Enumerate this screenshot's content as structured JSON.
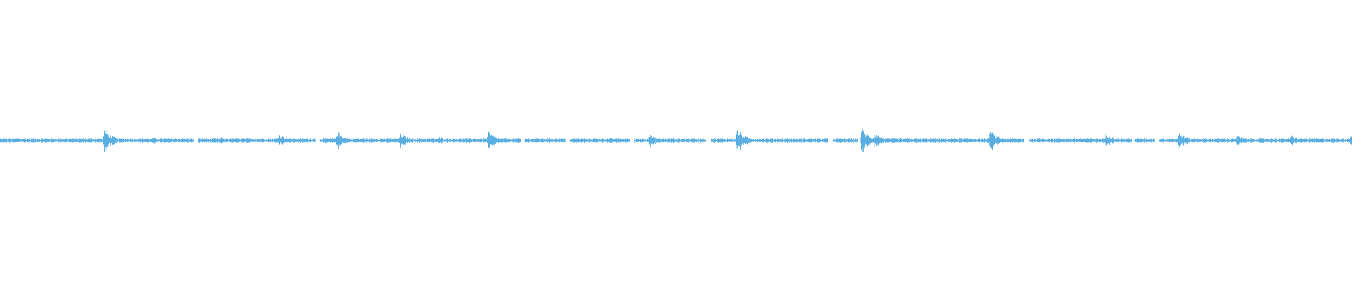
{
  "waveform": {
    "color": "#5aaee0",
    "background": "#ffffff",
    "baseline_level": 0.0,
    "noise_amplitude": 0.008,
    "duration_fraction_visible": 1.0,
    "gaps": [
      [
        0.143,
        0.146
      ],
      [
        0.233,
        0.236
      ],
      [
        0.385,
        0.388
      ],
      [
        0.418,
        0.421
      ],
      [
        0.466,
        0.469
      ],
      [
        0.522,
        0.526
      ],
      [
        0.612,
        0.616
      ],
      [
        0.634,
        0.636
      ],
      [
        0.757,
        0.761
      ],
      [
        0.837,
        0.839
      ],
      [
        0.854,
        0.857
      ]
    ],
    "peaks": [
      {
        "t": 0.077,
        "amp": 0.045
      },
      {
        "t": 0.113,
        "amp": 0.012
      },
      {
        "t": 0.163,
        "amp": 0.012
      },
      {
        "t": 0.206,
        "amp": 0.028
      },
      {
        "t": 0.249,
        "amp": 0.036
      },
      {
        "t": 0.268,
        "amp": 0.01
      },
      {
        "t": 0.296,
        "amp": 0.028
      },
      {
        "t": 0.325,
        "amp": 0.014
      },
      {
        "t": 0.361,
        "amp": 0.034
      },
      {
        "t": 0.398,
        "amp": 0.009
      },
      {
        "t": 0.434,
        "amp": 0.009
      },
      {
        "t": 0.48,
        "amp": 0.024
      },
      {
        "t": 0.497,
        "amp": 0.01
      },
      {
        "t": 0.545,
        "amp": 0.045
      },
      {
        "t": 0.586,
        "amp": 0.009
      },
      {
        "t": 0.637,
        "amp": 0.048
      },
      {
        "t": 0.647,
        "amp": 0.03
      },
      {
        "t": 0.685,
        "amp": 0.01
      },
      {
        "t": 0.732,
        "amp": 0.04
      },
      {
        "t": 0.818,
        "amp": 0.03
      },
      {
        "t": 0.872,
        "amp": 0.032
      },
      {
        "t": 0.915,
        "amp": 0.02
      },
      {
        "t": 0.955,
        "amp": 0.02
      },
      {
        "t": 0.999,
        "amp": 0.03
      }
    ]
  }
}
